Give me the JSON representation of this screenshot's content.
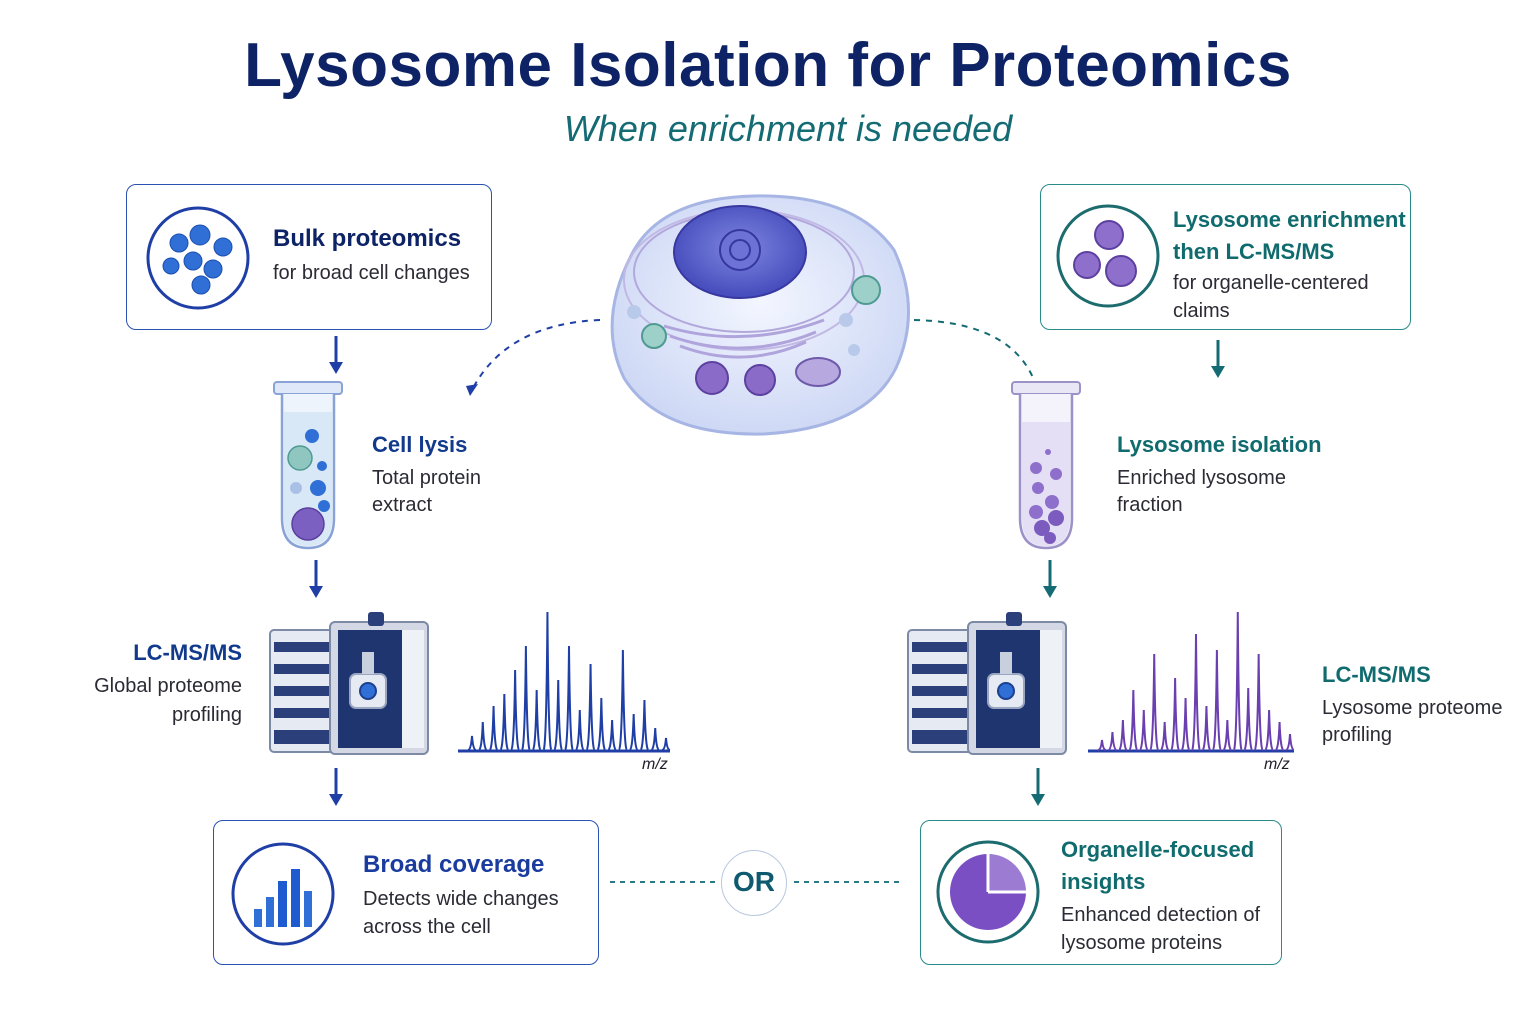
{
  "title": "Lysosome Isolation for Proteomics",
  "subtitle": "When enrichment is needed",
  "left_branch": {
    "top_card": {
      "title": "Bulk proteomics",
      "desc": "for broad cell changes"
    },
    "lysis": {
      "title": "Cell lysis",
      "desc_line1": "Total protein",
      "desc_line2": "extract"
    },
    "ms": {
      "title": "LC-MS/MS",
      "desc_line1": "Global proteome",
      "desc_line2": "profiling",
      "axis_label": "m/z"
    },
    "result_card": {
      "title": "Broad coverage",
      "desc_line1": "Detects wide changes",
      "desc_line2": "across the cell"
    }
  },
  "right_branch": {
    "top_card": {
      "title_line1": "Lysosome enrichment",
      "title_line2": "then LC-MS/MS",
      "desc_line1": "for organelle-centered",
      "desc_line2": "claims"
    },
    "isolation": {
      "title": "Lysosome isolation",
      "desc_line1": "Enriched lysosome",
      "desc_line2": "fraction"
    },
    "ms": {
      "title": "LC-MS/MS",
      "desc_line1": "Lysosome proteome",
      "desc_line2": "profiling",
      "axis_label": "m/z"
    },
    "result_card": {
      "title_line1": "Organelle-focused",
      "title_line2": "insights",
      "desc_line1": "Enhanced detection of",
      "desc_line2": "lysosome proteins"
    }
  },
  "connector": {
    "label": "OR"
  },
  "colors": {
    "title": "#0d2366",
    "subtitle": "#146b73",
    "blue_accent": "#123a8c",
    "teal_accent": "#0f6b6e",
    "purple_peaks": "#6a3fb0",
    "blue_peaks": "#1f3fa6"
  },
  "icons": {
    "bulk": "blue-dots-circle-icon",
    "enrichment": "purple-lysosomes-circle-icon",
    "coverage": "bar-chart-icon",
    "insights": "pie-chart-icon"
  }
}
